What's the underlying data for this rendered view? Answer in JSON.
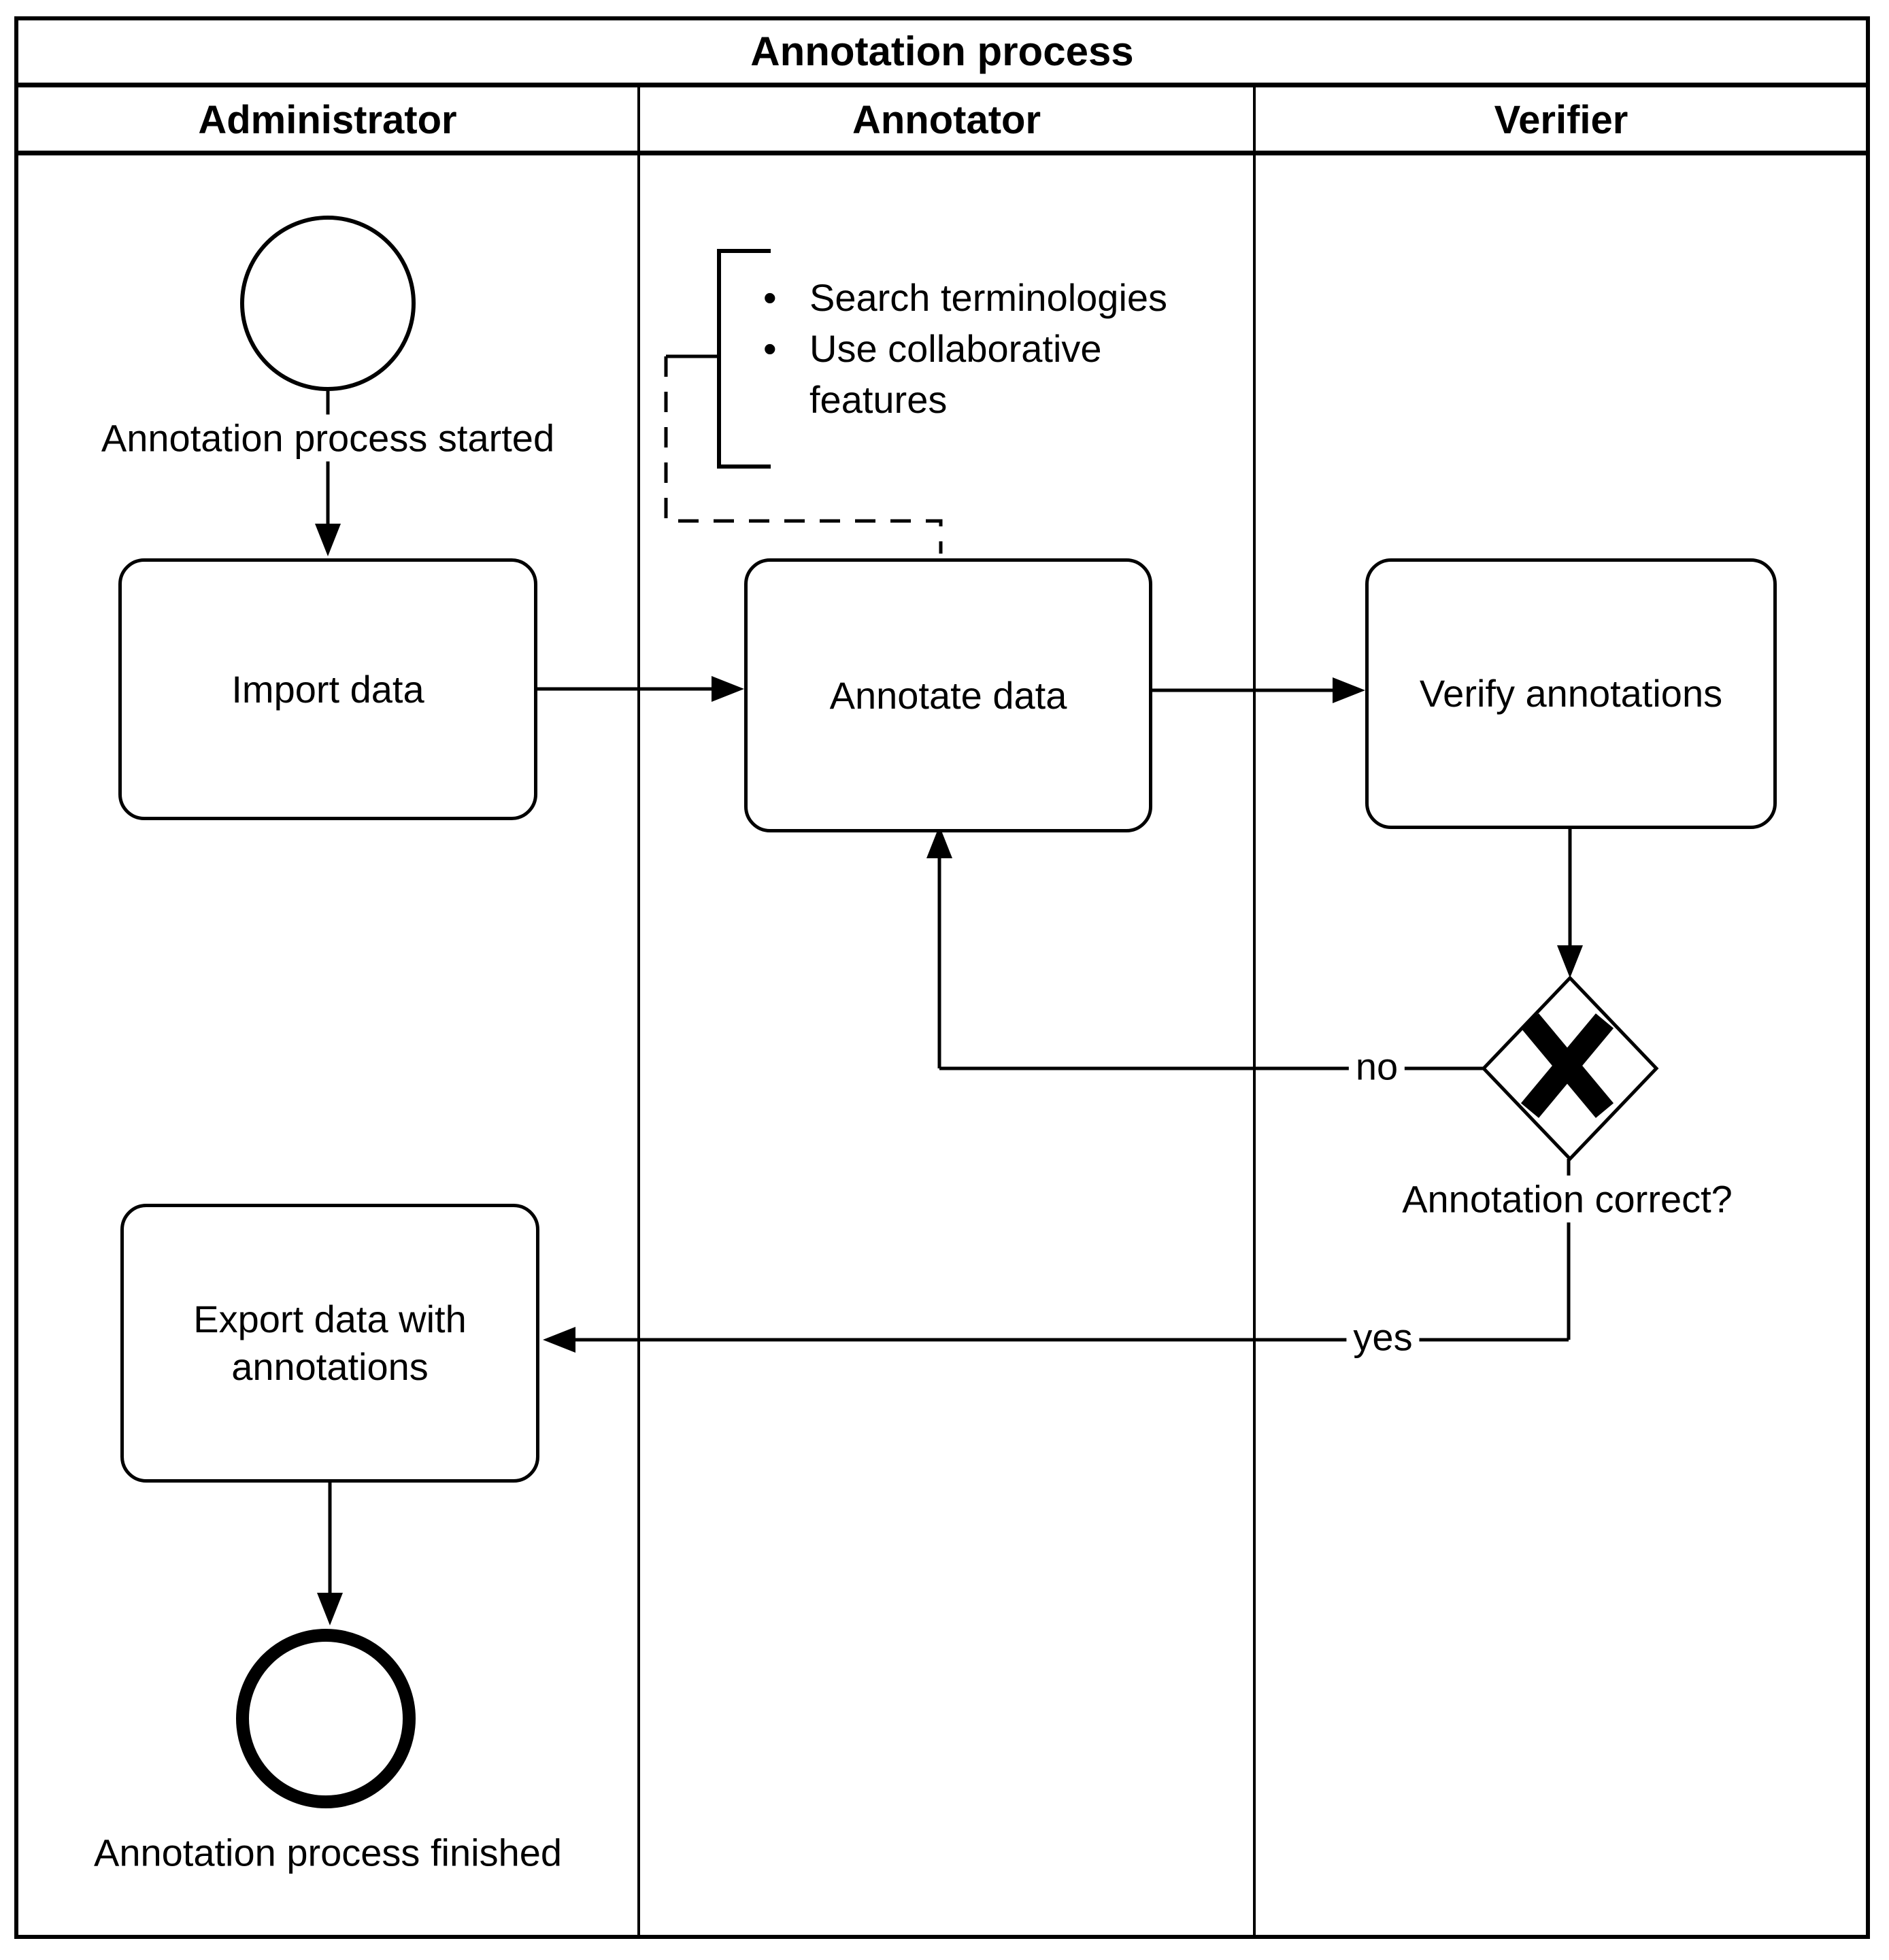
{
  "pool": {
    "title": "Annotation process"
  },
  "lanes": [
    {
      "label": "Administrator"
    },
    {
      "label": "Annotator"
    },
    {
      "label": "Verifier"
    }
  ],
  "nodes": {
    "start_event": {
      "label": "Annotation process started"
    },
    "import_task": {
      "label": "Import data"
    },
    "annotate_task": {
      "label": "Annotate data"
    },
    "verify_task": {
      "label": "Verify annotations"
    },
    "gateway": {
      "label": "Annotation correct?"
    },
    "export_task": {
      "label": "Export data with annotations"
    },
    "end_event": {
      "label": "Annotation process finished"
    }
  },
  "annotation_note": {
    "items": [
      "Search terminologies",
      "Use collaborative features"
    ]
  },
  "edges": {
    "no_label": "no",
    "yes_label": "yes"
  },
  "colors": {
    "stroke": "#000000",
    "background": "#ffffff"
  }
}
